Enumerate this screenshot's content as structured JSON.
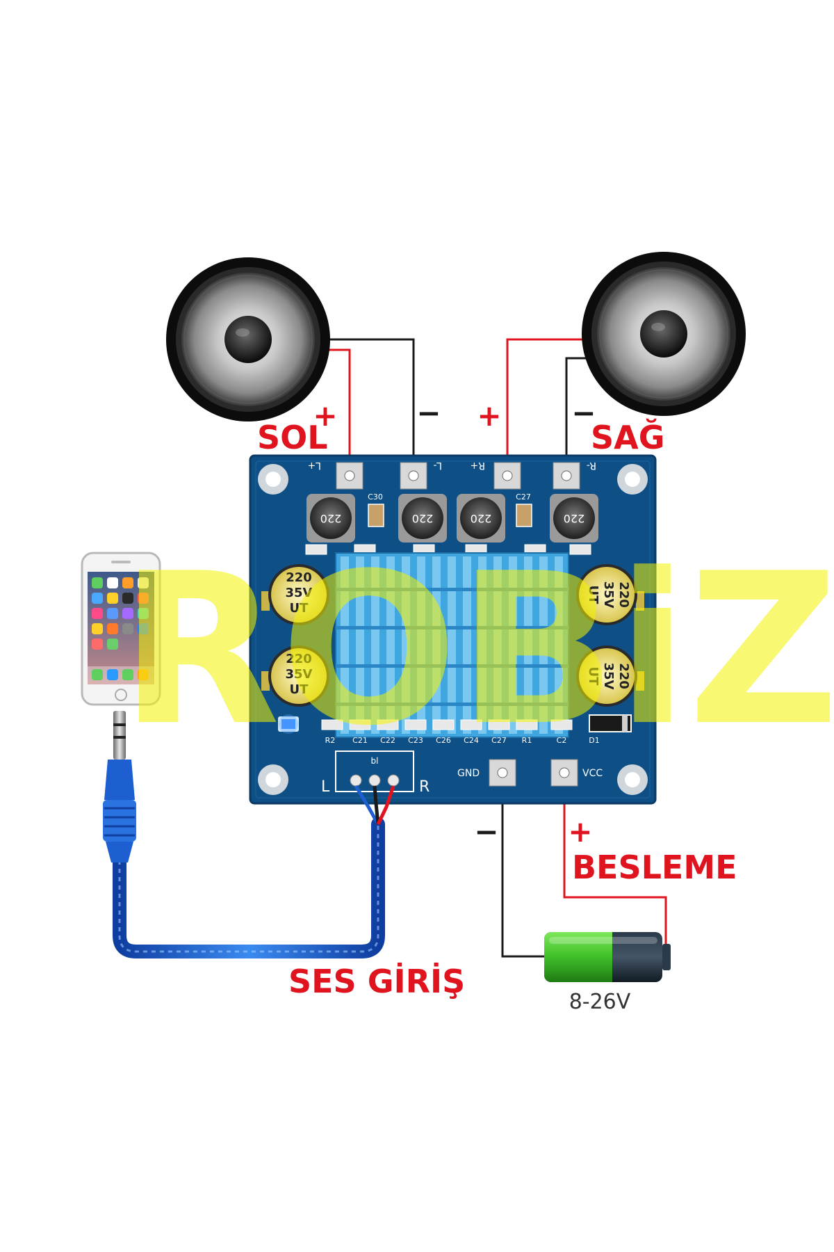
{
  "labels": {
    "left_speaker": "SOL",
    "right_speaker": "SAĞ",
    "power": "BESLEME",
    "audio_input": "SES GİRİŞ",
    "voltage": "8-26V",
    "plus": "+",
    "minus": "−"
  },
  "watermark": "ROBiZ",
  "pcb": {
    "terminals": [
      "L+",
      "L-",
      "R+",
      "R-"
    ],
    "gnd": "GND",
    "vcc": "VCC",
    "in_left": "L",
    "in_right": "R",
    "header_id": "bl",
    "inductor_value": "220",
    "small_caps": [
      "C30",
      "C27"
    ],
    "cap_lines": [
      "220",
      "35V",
      "UT"
    ],
    "bottom_refs": [
      "R2",
      "C21",
      "C22",
      "C23",
      "C26",
      "C24",
      "C27",
      "R1",
      "C2",
      "D1"
    ]
  },
  "colors": {
    "wire_positive": "#e0141e",
    "wire_negative": "#1a1a1a",
    "pcb": "#0e4f86",
    "heatsink": "#3fa6e0",
    "cable": "#1d5fd0",
    "battery_green": "#3fbf2a",
    "watermark": "#f3f300"
  },
  "icons": {
    "speakers": "speaker-icon",
    "phone": "smartphone-icon",
    "jack": "audio-jack-icon",
    "battery": "battery-icon"
  }
}
